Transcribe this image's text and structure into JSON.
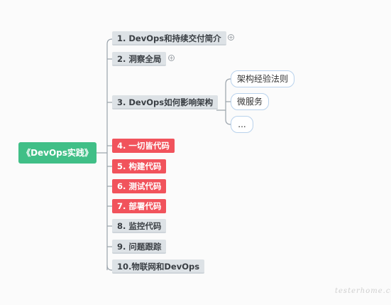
{
  "root": {
    "label": "《DevOps实践》"
  },
  "branches": [
    {
      "label": "1. DevOps和持续交付简介",
      "style": "gray",
      "collapsed": true
    },
    {
      "label": "2. 洞察全局",
      "style": "gray",
      "collapsed": true
    },
    {
      "label": "3. DevOps如何影响架构",
      "style": "gray",
      "collapsed": false
    },
    {
      "label": "4. 一切皆代码",
      "style": "red"
    },
    {
      "label": "5. 构建代码",
      "style": "red"
    },
    {
      "label": "6. 测试代码",
      "style": "red"
    },
    {
      "label": "7. 部署代码",
      "style": "red"
    },
    {
      "label": "8. 监控代码",
      "style": "gray"
    },
    {
      "label": "9. 问题跟踪",
      "style": "gray"
    },
    {
      "label": "10.物联网和DevOps",
      "style": "gray"
    }
  ],
  "subnodes": [
    {
      "label": "架构经验法则"
    },
    {
      "label": "微服务"
    },
    {
      "label": "..."
    }
  ],
  "icons": {
    "expand": "⊕"
  },
  "watermark": "testerhome.com",
  "colors": {
    "root": "#40bf87",
    "highlight": "#f1535c",
    "normal": "#dde2e6",
    "connector": "#9aa3ab",
    "subnode_border": "#b9d2ec"
  }
}
